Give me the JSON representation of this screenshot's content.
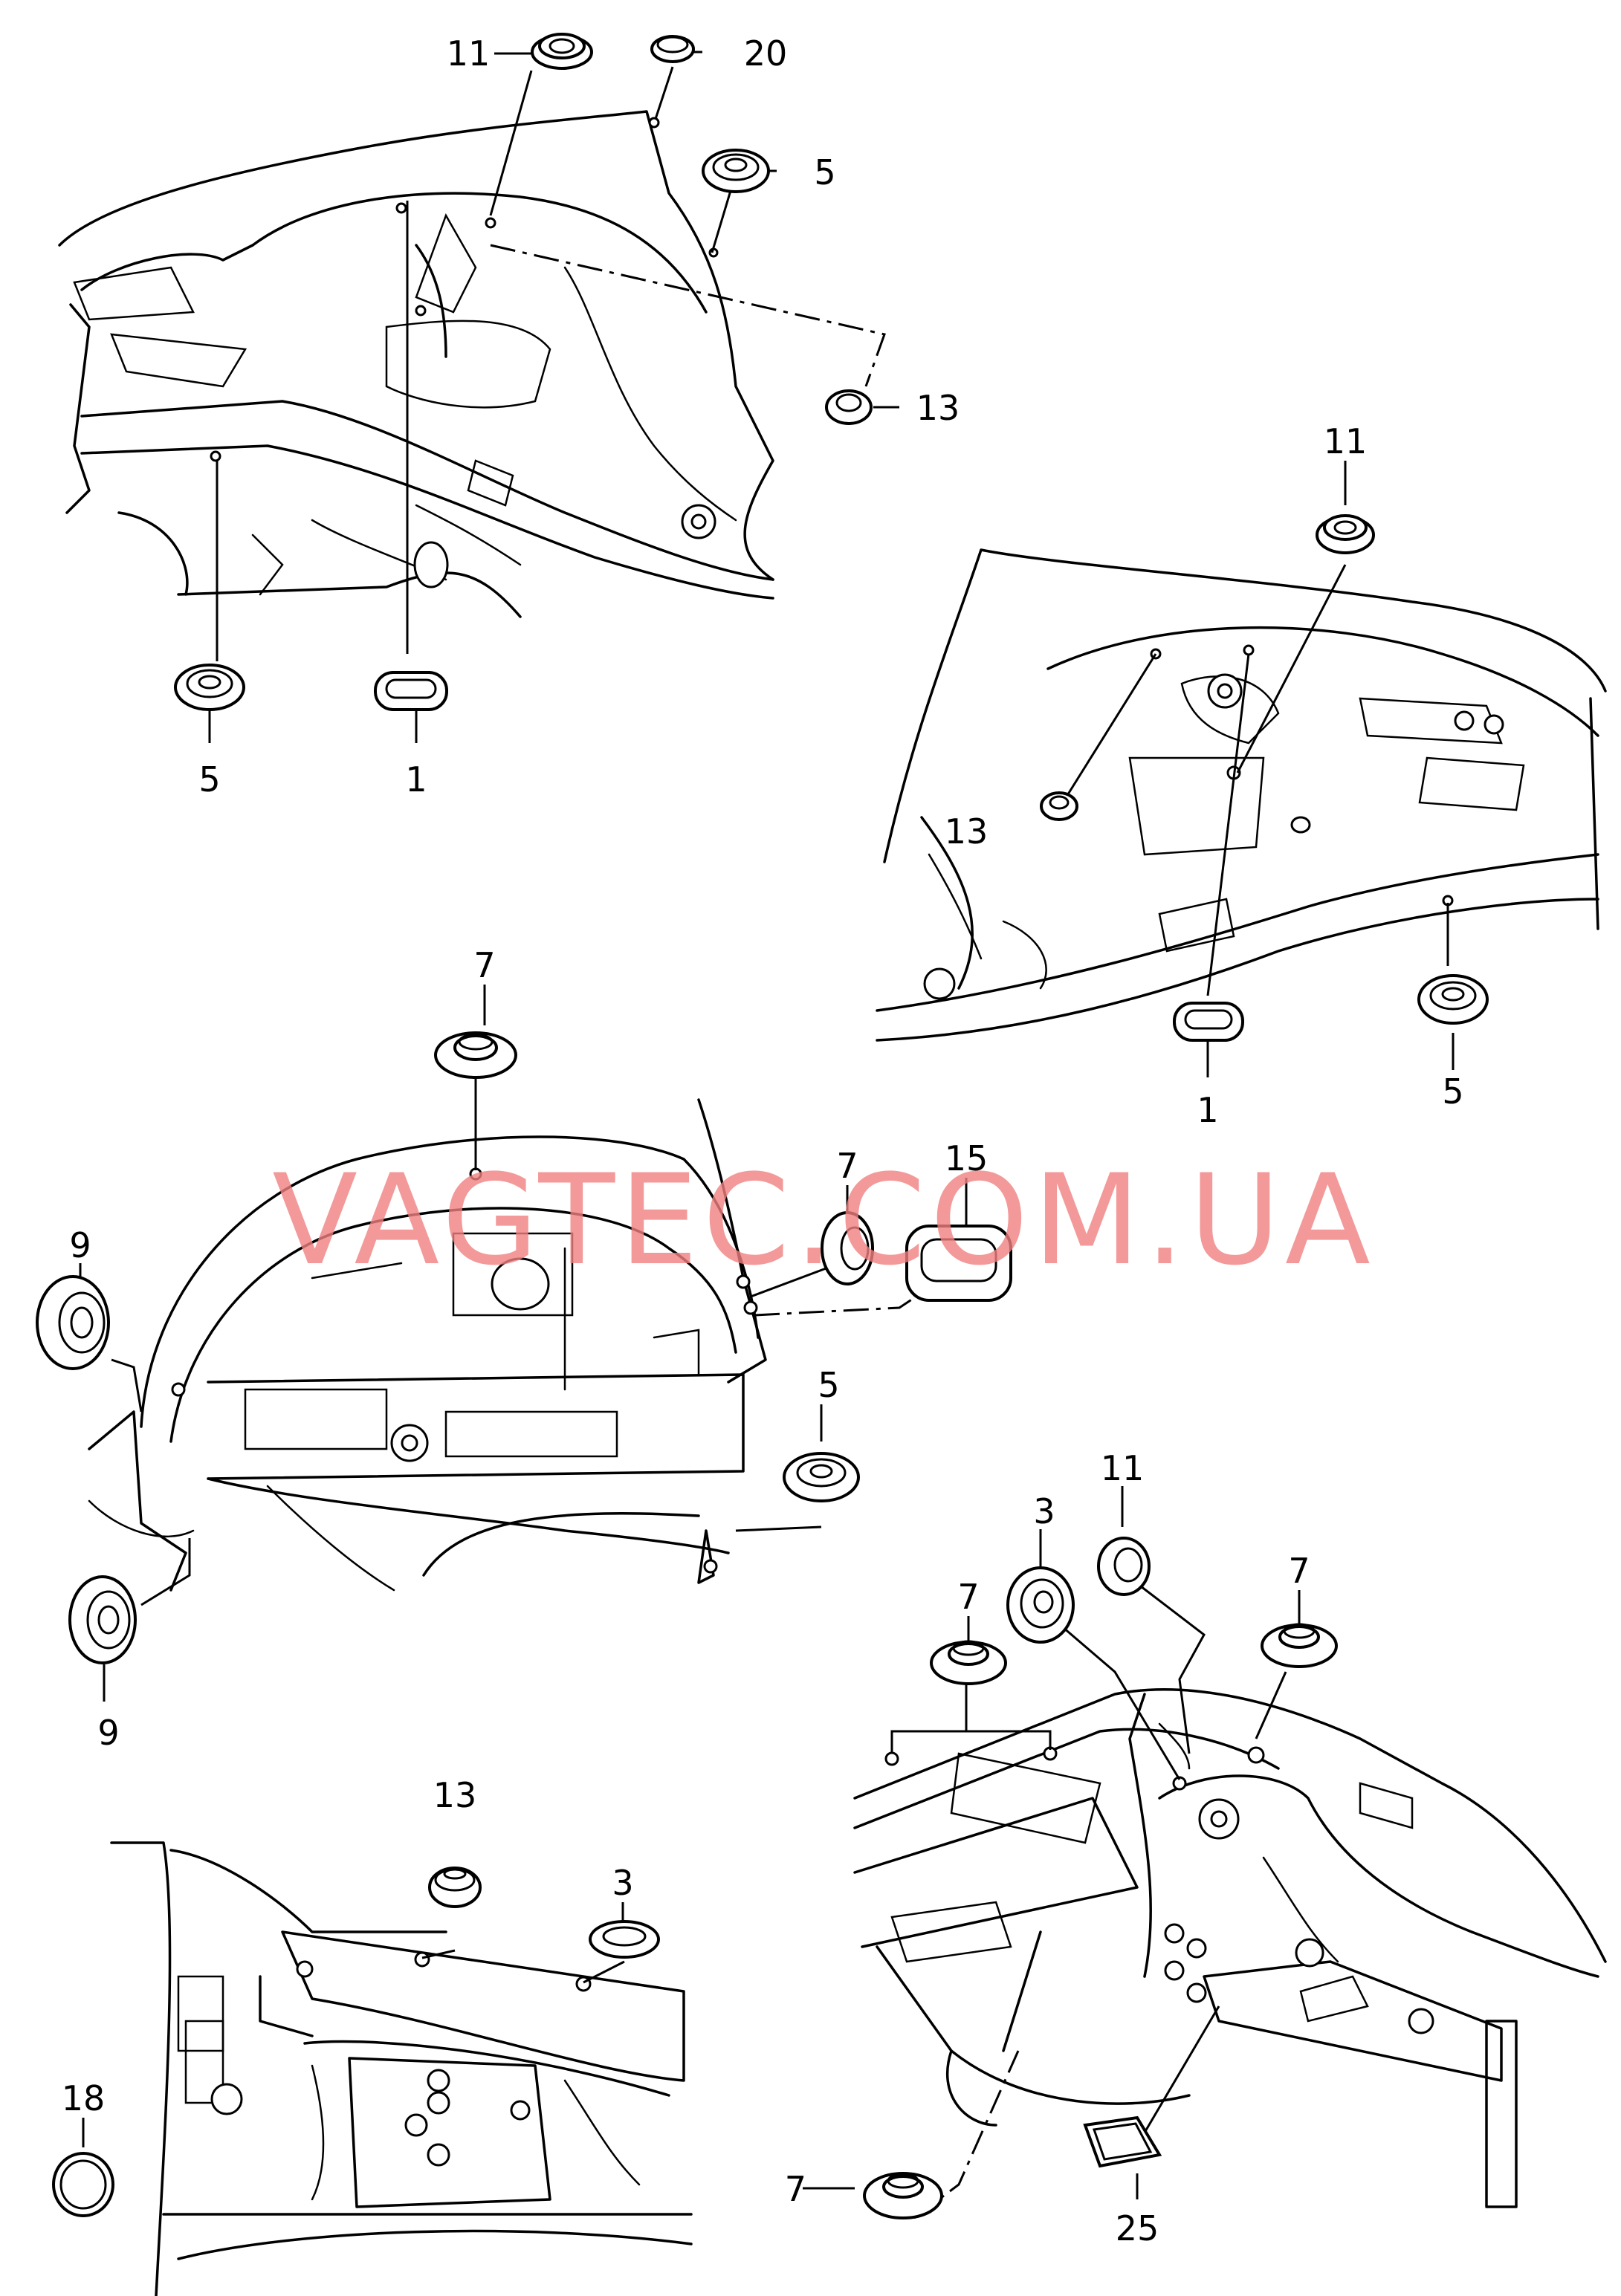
{
  "watermark": {
    "text": "VAGTEC.COM.UA",
    "color": "#f08080"
  },
  "callouts": {
    "top_left": {
      "c11": "11",
      "c20": "20",
      "c5a": "5",
      "c13": "13",
      "c5b": "5",
      "c1": "1"
    },
    "top_right": {
      "c11": "11",
      "c13": "13",
      "c1": "1",
      "c5": "5"
    },
    "middle_left": {
      "c7a": "7",
      "c7b": "7",
      "c15": "15",
      "c9a": "9",
      "c5": "5",
      "c9b": "9"
    },
    "bottom_left": {
      "c13": "13",
      "c3": "3",
      "c18": "18"
    },
    "bottom_right": {
      "c11": "11",
      "c3": "3",
      "c7a": "7",
      "c7b": "7",
      "c7c": "7",
      "c25": "25"
    }
  },
  "part_icons": [
    "grommet-icon",
    "round-plug-icon",
    "oval-plug-icon",
    "rectangular-plug-icon",
    "cap-plug-icon"
  ]
}
